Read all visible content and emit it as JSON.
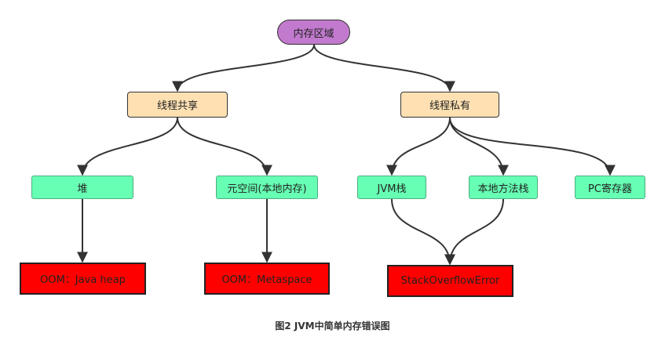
{
  "nodes": {
    "root": "内存区域",
    "shared": "线程共享",
    "private": "线程私有",
    "heap": "堆",
    "metaspace": "元空间(本地内存)",
    "jvm_stack": "JVM栈",
    "native_stack": "本地方法栈",
    "pc_register": "PC寄存器"
  },
  "errors": {
    "heap": "OOM：Java heap",
    "metaspace": "OOM：Metaspace",
    "stack": "StackOverflowError"
  },
  "caption": "图2 JVM中简单内存错误图",
  "colors": {
    "root": "#c17acd",
    "category": "#ffe0b2",
    "memory": "#66ffb3",
    "error": "#ff0000",
    "edge": "#333333"
  }
}
